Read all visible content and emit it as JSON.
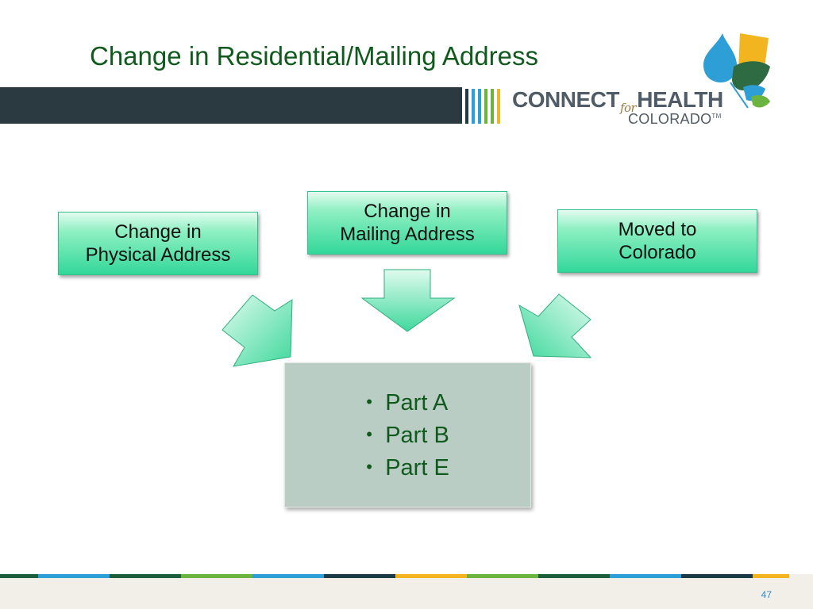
{
  "slide": {
    "title": "Change in Residential/Mailing Address",
    "page_number": "47"
  },
  "logo": {
    "connect": "CONNECT",
    "for": "for",
    "health": "HEALTH",
    "colorado": "COLORADO",
    "tm": "TM"
  },
  "boxes": {
    "physical": "Change in\nPhysical Address",
    "mailing": "Change in\nMailing Address",
    "moved": "Moved to\nColorado"
  },
  "result": {
    "bullet": "•",
    "items": [
      "Part A",
      "Part B",
      "Part E"
    ]
  },
  "colors": {
    "title": "#0f5a1c",
    "header_bar": "#2b3a41",
    "box_gradient_top": "#e4fbf0",
    "box_gradient_bottom": "#33d79a",
    "result_box": "#b9cdc4",
    "page_number": "#2e89c7",
    "stripe_palette": [
      "#1c5f3a",
      "#2e9fd6",
      "#6cb33f",
      "#1d3b46",
      "#f2b51f"
    ]
  }
}
